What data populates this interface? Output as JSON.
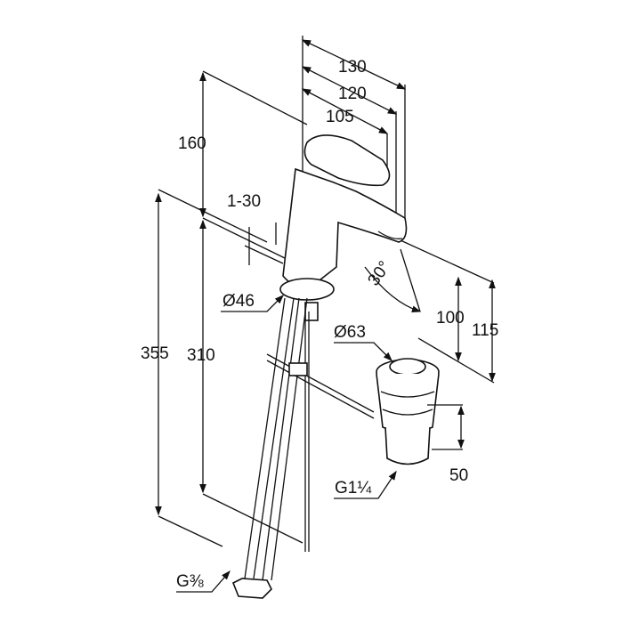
{
  "drawing": {
    "title": "Basin mixer dimension drawing",
    "dimensions": {
      "width_total": "130",
      "width_mid": "120",
      "width_spout": "105",
      "height_above_basin": "160",
      "deck_thickness": "1-30",
      "base_diameter": "Ø46",
      "spout_angle": "30°",
      "spout_height": "100",
      "outlet_height": "115",
      "waste_diameter": "Ø63",
      "hose_total_length": "355",
      "hose_length": "310",
      "waste_depth": "50",
      "waste_thread": "G1¼",
      "supply_thread": "G⅜"
    }
  }
}
